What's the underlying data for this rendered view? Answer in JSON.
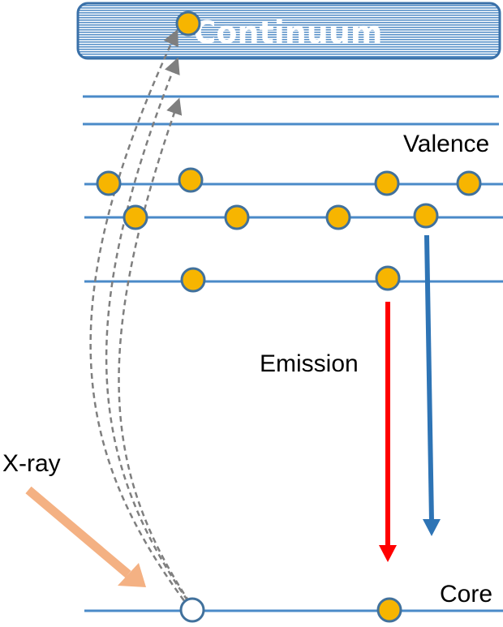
{
  "diagram": {
    "continuum_label": "Continuum",
    "valence_label": "Valence",
    "emission_label": "Emission",
    "xray_label": "X-ray",
    "core_label": "Core"
  },
  "colors": {
    "level_line": "#4a8ac8",
    "band_stroke": "#3a70a8",
    "band_fill": "#4a86c2",
    "electron_fill": "#f7b500",
    "electron_stroke": "#41719c",
    "emission_red": "#ff0000",
    "emission_blue": "#2e74b5",
    "xray_arrow": "#f4b183",
    "ejection_path": "#7f7f7f"
  }
}
